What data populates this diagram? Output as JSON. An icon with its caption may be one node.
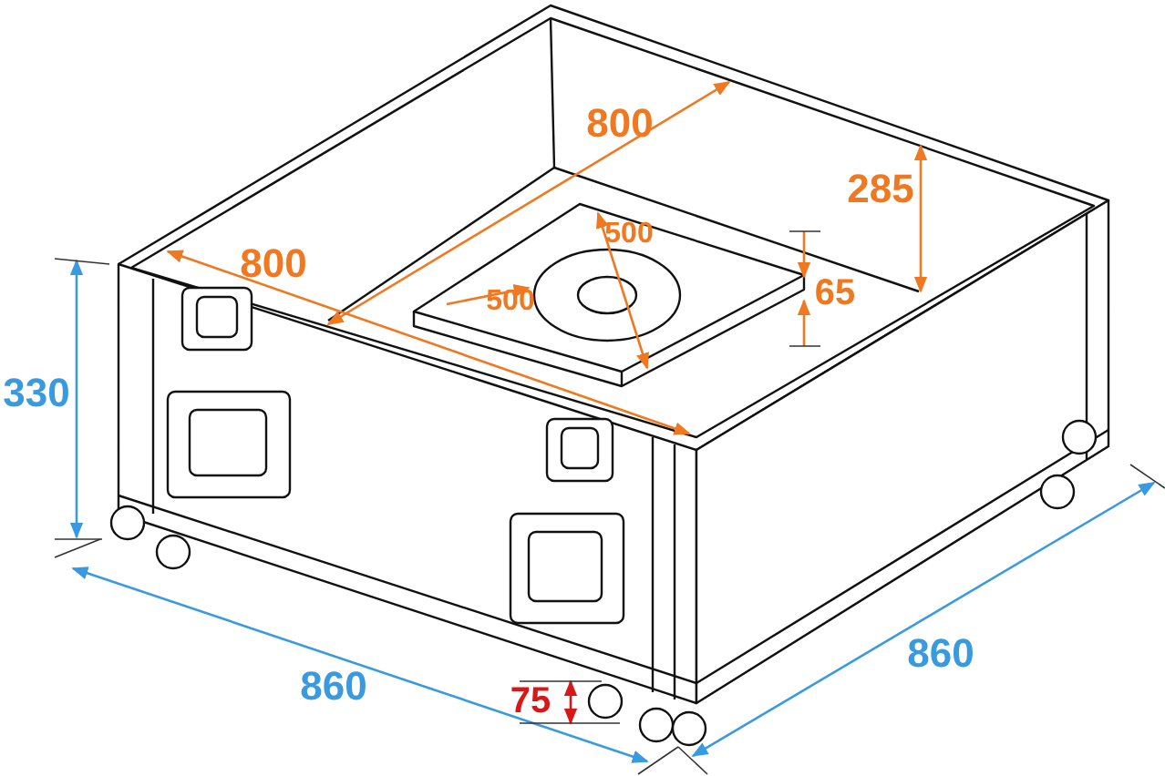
{
  "diagram": {
    "labels": [
      "800",
      "285",
      "800",
      "500",
      "500",
      "65",
      "330",
      "860",
      "860",
      "75"
    ]
  }
}
